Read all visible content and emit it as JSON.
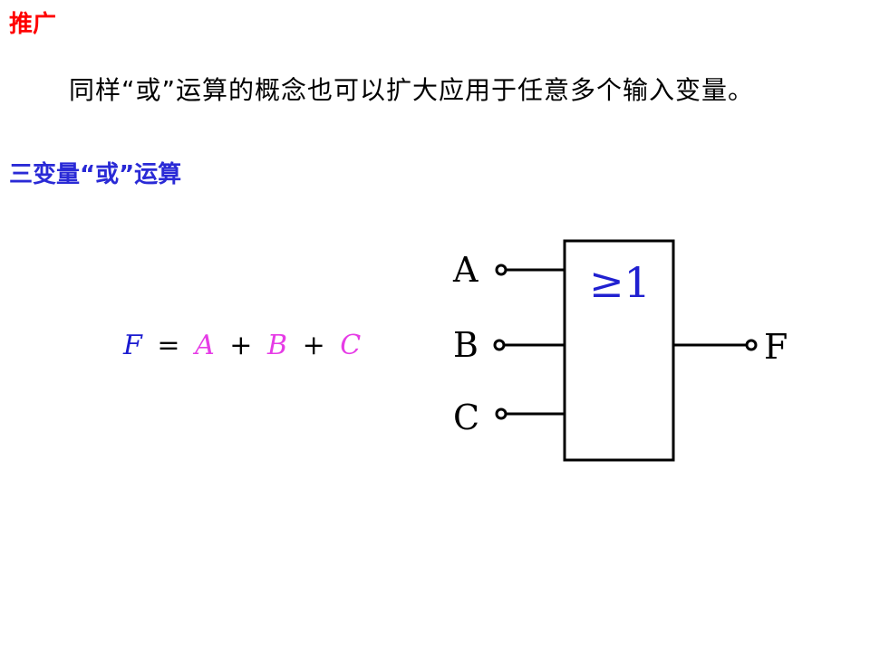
{
  "slide": {
    "heading": "推广",
    "paragraph": "同样“或”运算的概念也可以扩大应用于任意多个输入变量。",
    "subheading": "三变量“或”运算"
  },
  "formula": {
    "output": "F",
    "equals": "=",
    "terms": [
      "A",
      "B",
      "C"
    ],
    "operator": "+"
  },
  "gate": {
    "symbol": "≥1",
    "inputs": [
      "A",
      "B",
      "C"
    ],
    "output": "F"
  },
  "colors": {
    "heading": "#ff0000",
    "subheading": "#2a2ad6",
    "symbol": "#2020d0",
    "formula_output": "#1a1ad0",
    "formula_inputs": "#e63ce6"
  }
}
